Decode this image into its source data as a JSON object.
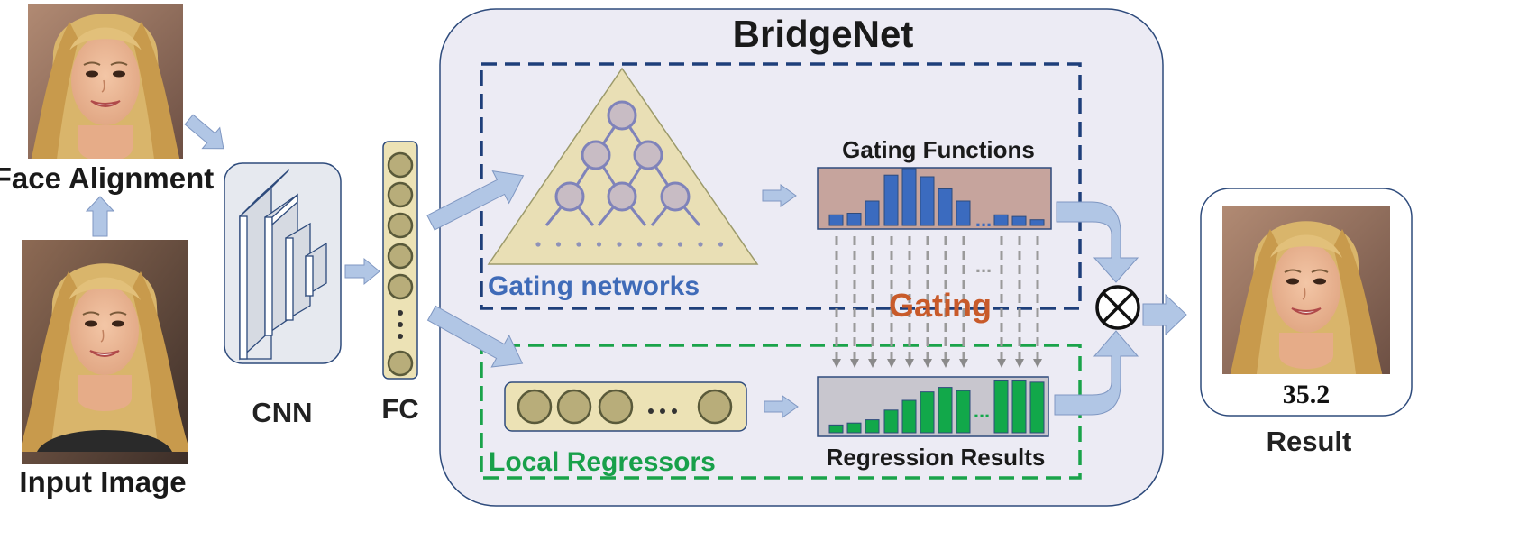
{
  "labels": {
    "face_alignment": "Face Alignment",
    "input_image": "Input Image",
    "cnn": "CNN",
    "fc": "FC",
    "bridgenet": "BridgeNet",
    "gating_functions": "Gating Functions",
    "gating_networks": "Gating networks",
    "gating": "Gating",
    "local_regressors": "Local Regressors",
    "regression_results": "Regression Results",
    "result": "Result",
    "result_value": "35.2",
    "dots": "...",
    "ellipsis": "…"
  },
  "gating_functions": {
    "values": [
      0.13,
      0.15,
      0.3,
      0.62,
      0.7,
      0.6,
      0.45,
      0.3
    ],
    "tail": [
      0.13,
      0.11,
      0.07
    ],
    "color": "#3b6bbf"
  },
  "regression_results": {
    "values": [
      0.12,
      0.15,
      0.2,
      0.35,
      0.5,
      0.63,
      0.7,
      0.65
    ],
    "tail": [
      0.8,
      0.8,
      0.78
    ],
    "color": "#12a84a"
  },
  "colors": {
    "bridgenet_panel": "#ecebf4",
    "bridgenet_border": "#2e4b7c",
    "gating_dash": "#1e3f7a",
    "regressor_dash": "#1aa34a",
    "gating_text": "#3f6bb8",
    "regressor_text": "#18a04a",
    "gating_word": "#c85a2a",
    "arrow": "#b1c6e5",
    "triangle": "#e9dfb5",
    "node": "#c8bcc4",
    "fc_node": "#b8ad7a",
    "gating_panel": "#c6a49d",
    "regression_panel": "#c8c6ce"
  },
  "photos": {
    "face_alignment": "photo-face-aligned",
    "input_image": "photo-input",
    "result": "photo-result"
  }
}
